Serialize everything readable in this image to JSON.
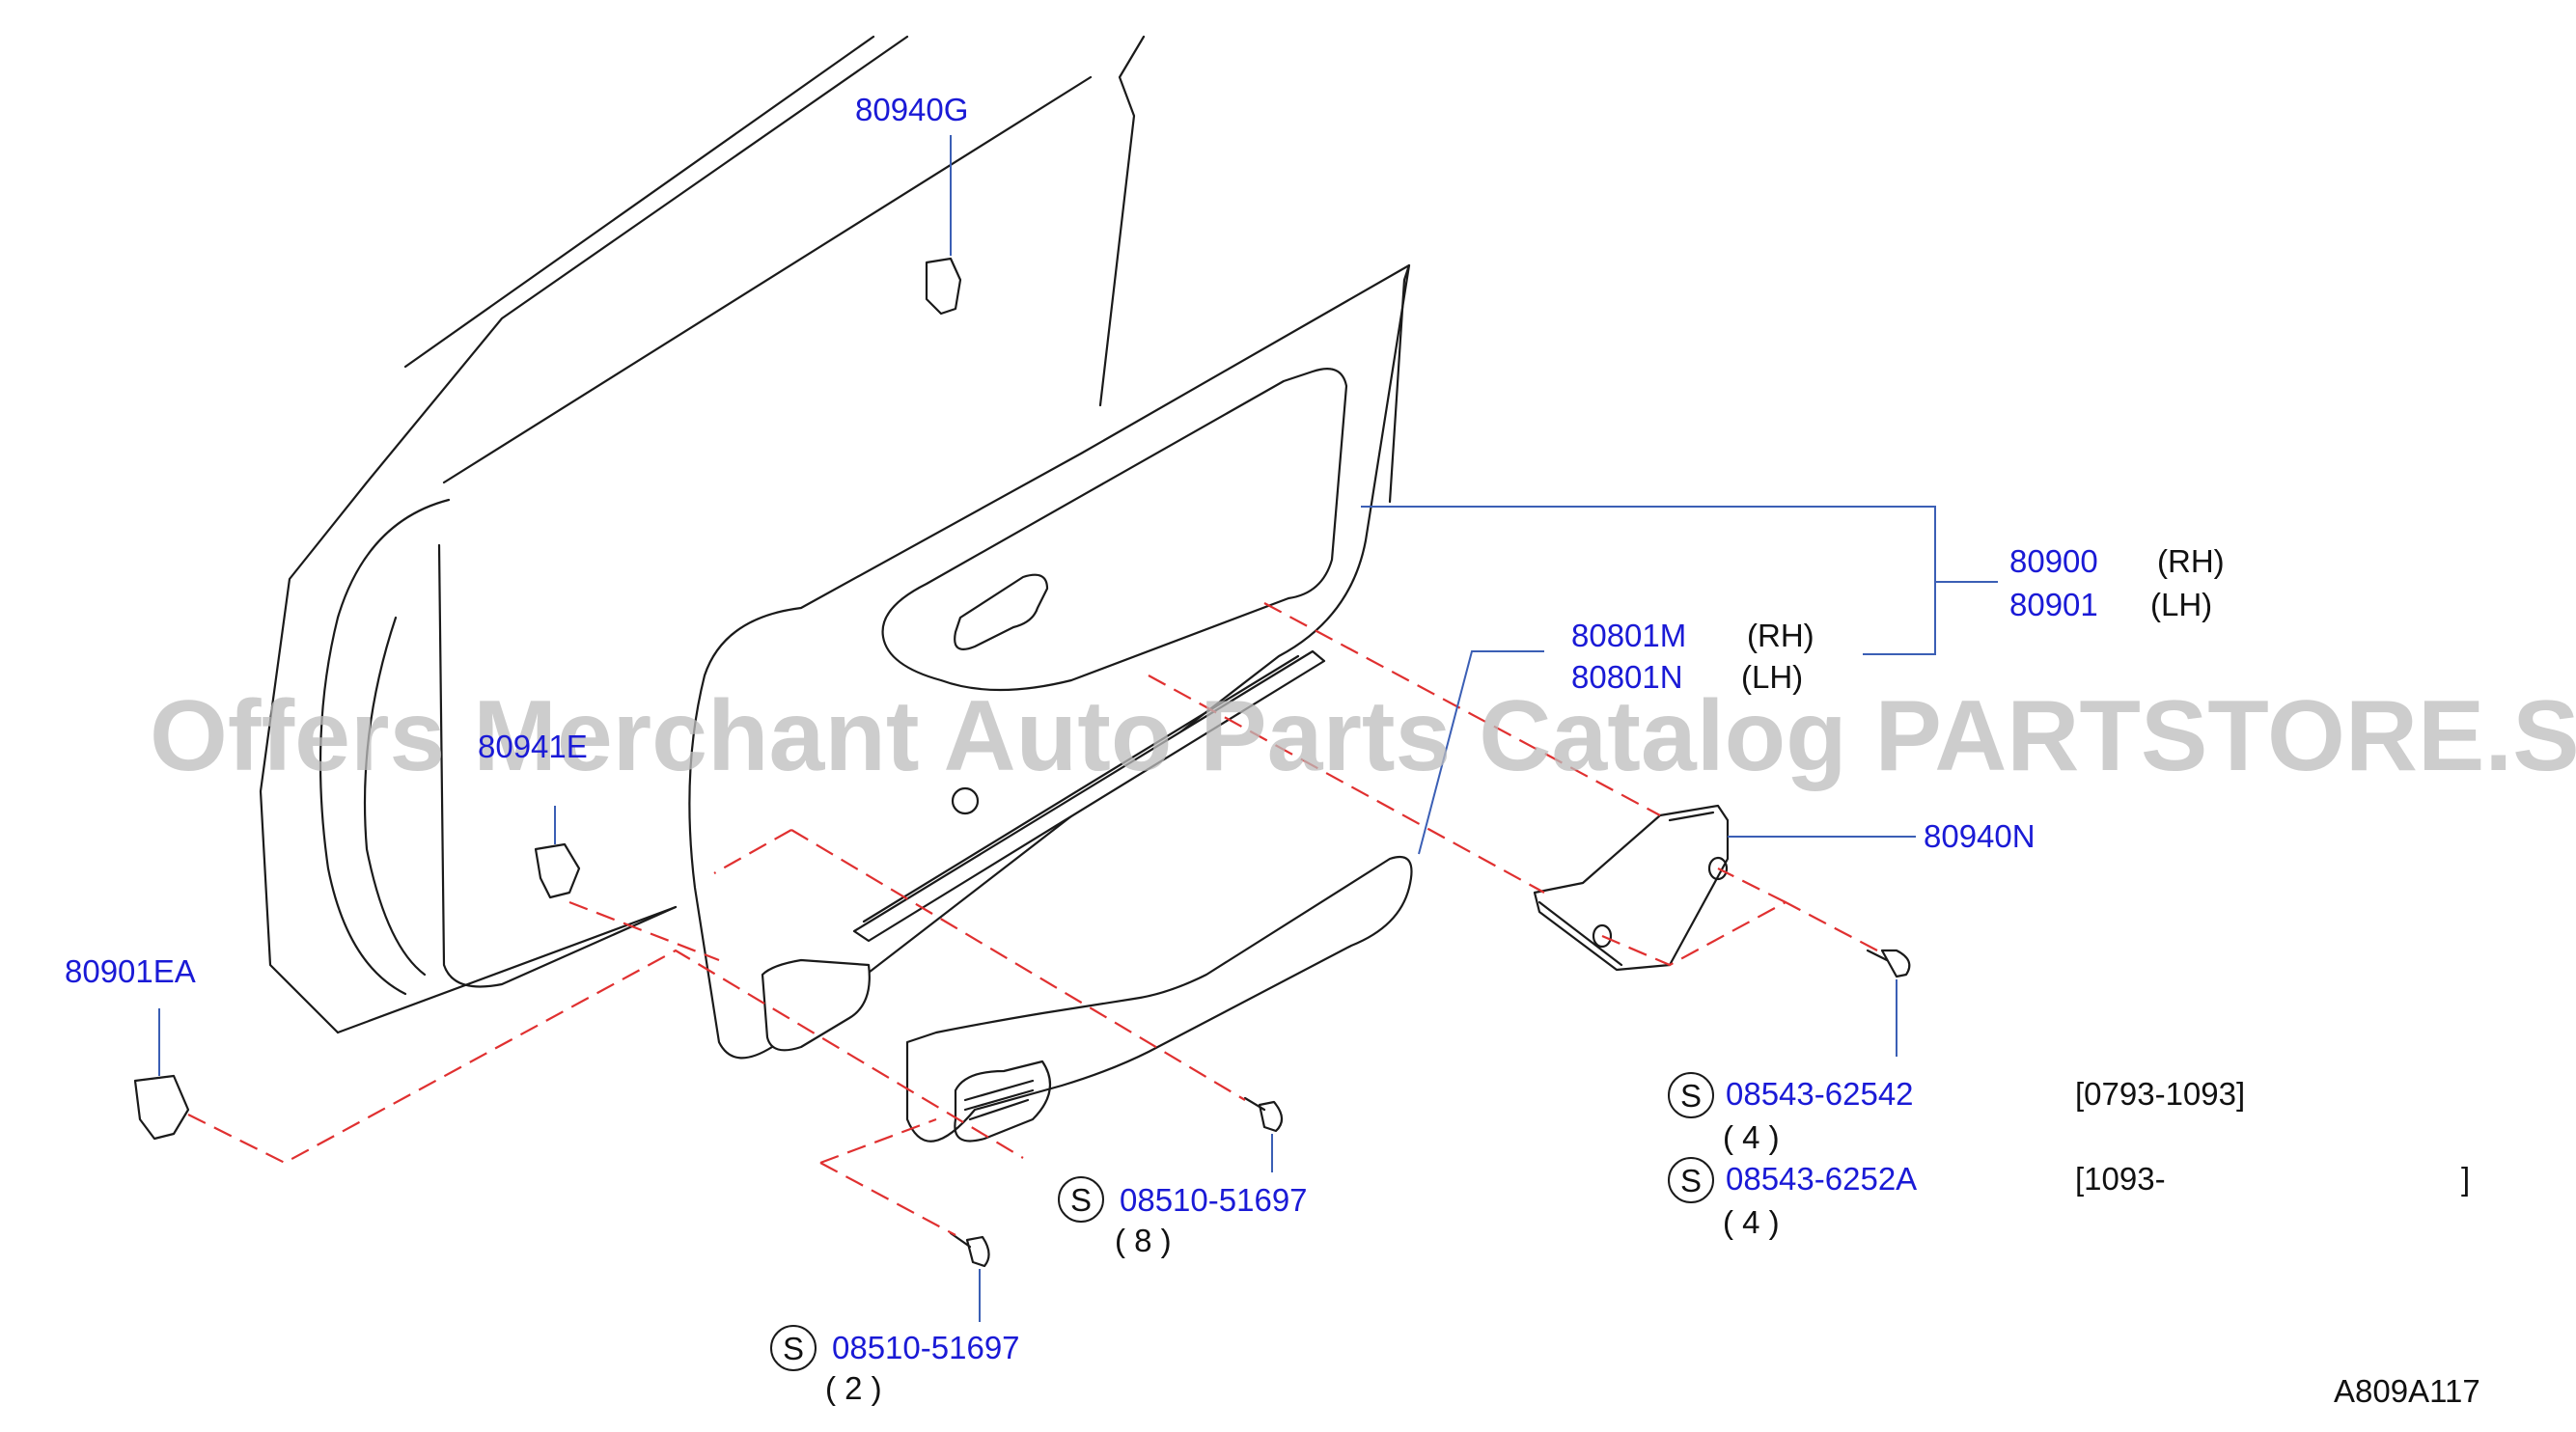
{
  "watermark": "Offers Merchant Auto Parts Catalog PARTSTORE.SA",
  "diagram_code": "A809A117",
  "part_numbers": {
    "clip_upper": "80940G",
    "clip_mid_obscured": "80941E",
    "clip_lower": "80901EA",
    "trim_rh": "80900",
    "trim_lh": "80901",
    "panel_rh": "80801M",
    "panel_lh": "80801N",
    "armrest_pad": "80940N",
    "screw_a": "08543-62542",
    "screw_b": "08543-6252A",
    "clip_c": "08510-51697",
    "clip_d": "08510-51697"
  },
  "side_labels": {
    "rh": "(RH)",
    "lh": "(LH)"
  },
  "symbols": {
    "s_mark": "S"
  },
  "quantities": {
    "screw_a": "( 4 )",
    "screw_b": "( 4 )",
    "clip_c": "( 8 )",
    "clip_d": "( 2 )"
  },
  "date_ranges": {
    "screw_a": "[0793-1093]",
    "screw_b_start": "[1093-",
    "screw_b_end": "]"
  },
  "colors": {
    "link": "#1a1ad6",
    "dash": "#e03030",
    "leader": "#3b5fb5",
    "ink": "#1a1a1a"
  }
}
